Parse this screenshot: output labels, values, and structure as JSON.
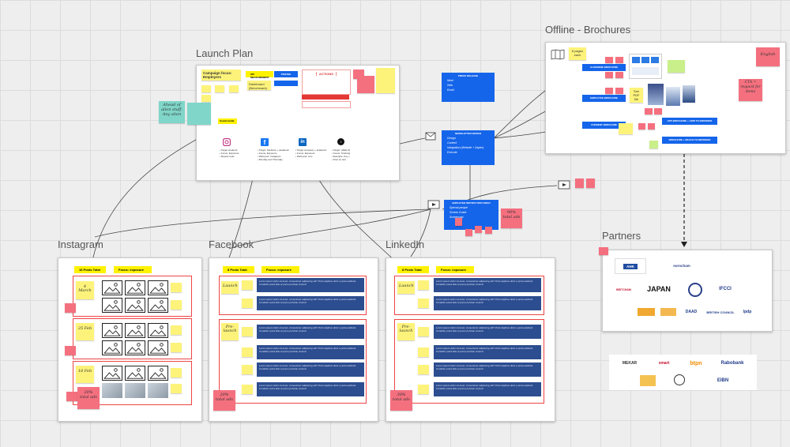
{
  "frames": {
    "launch_plan": "Launch Plan",
    "offline": "Offline - Brochures",
    "instagram": "Instagram",
    "facebook": "Facebook",
    "linkedin": "LinkedIn",
    "partners": "Partners"
  },
  "launch": {
    "campaign_focus": "Campaign focus: Employers",
    "kpi_title": "KPI MEASUREMENT",
    "pricing": "PRICING",
    "actions": "❗ ACTIONS ❗",
    "social_media": "Social media",
    "ahead": "Ahead of alien stuff. Any alien",
    "dashboard": "Dashboard (Benchmark)",
    "channels": [
      "Instagram",
      "Facebook",
      "LinkedIn",
      "TikTok"
    ]
  },
  "center": {
    "press_release": "PRESS RELEASE",
    "press_items": [
      "Meet",
      "Web",
      "Email"
    ],
    "newsletter": "NEWSLETTER DESIGN",
    "newsletter_items": [
      "Design",
      "Content",
      "Integration (Website + Zapier)",
      "Execute"
    ],
    "employer_box": "EMPLOYER INSTRUCTION VIDEO",
    "employer_items": [
      "Special people",
      "Screen Guide",
      "Screencast"
    ],
    "pct_90": "90% total ads"
  },
  "offline": {
    "pages": "8 pages each",
    "see_pdf": "See PDF file",
    "english": "English",
    "cta": "CTA = request for demo",
    "blue_boxes": [
      "ALGEMENE BROCHURE",
      "EMPLOYEE BROCHURE",
      "CURRENT BROCHURE",
      "APP-BROCHURE + HOW TO BROWSER",
      "BROCHURE + REACH TO BROWSER"
    ]
  },
  "instagram": {
    "posts_label": "16 Posts Total",
    "focus_label": "Focus: exposure",
    "dates": [
      "4 March",
      "25 Feb",
      "18 Feb"
    ],
    "pct": "20% total ads"
  },
  "facebook": {
    "posts_label": "8 Posts Total",
    "focus_label": "Focus: exposure",
    "launch": "Launch",
    "prelaunch": "Pre-launch",
    "pct": "20% total ads"
  },
  "linkedin": {
    "posts_label": "8 Posts Total",
    "focus_label": "Focus: exposure",
    "launch": "Launch",
    "prelaunch": "Pre-launch",
    "pct": "30% total ads"
  },
  "lorem": "Lorem ipsum dolor sit amet, consectetur adipiscing elit? Proin dapibus dolor a porta eleifend. Curabitur porta felis et purus pulvinar viverra!",
  "partners": {
    "logos": [
      "AHK",
      "eurocham",
      "BRITCHAM",
      "JAPAN",
      "IFCCI",
      "DAAD",
      "BRITISH COUNCIL",
      "lpdp"
    ],
    "logos2": [
      "MEKAR",
      "smart",
      "btpn",
      "Rabobank",
      "EIBN"
    ]
  },
  "colors": {
    "blue": "#1565ea",
    "yellow": "#fdf37a",
    "pink": "#f4707f",
    "navy": "#2c4d8f"
  }
}
